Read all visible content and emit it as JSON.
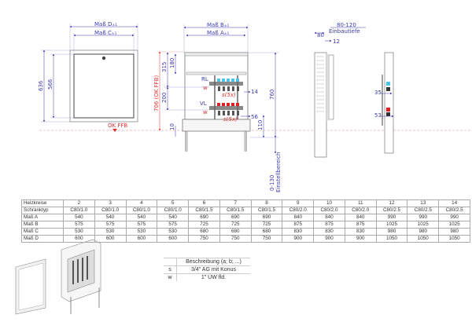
{
  "front_view": {
    "dim_d": "Maß D",
    "dim_d_tol": "±1",
    "dim_c": "Maß C",
    "dim_c_tol": "±1",
    "height_outer": "636",
    "height_inner": "566",
    "floor_label": "OK FFB"
  },
  "middle_view": {
    "dim_b": "Maß B",
    "dim_b_tol": "±1",
    "dim_a": "Maß A",
    "dim_a_tol": "±1",
    "height_ffb": "706 (OK FFB)",
    "d315": "315",
    "d180": "180",
    "d200": "200",
    "d10": "10",
    "d110": "110",
    "d760": "760",
    "d14": "14",
    "d56": "56",
    "adjust": "0-130",
    "adjust_label": "Einstellbereich",
    "rl": "RL",
    "vl": "VL",
    "w": "w",
    "s5x": "s(5x)"
  },
  "side_view": {
    "depth": "80-120",
    "depth_label": "Einbautiefe",
    "d80": "80",
    "d12": "12"
  },
  "right_view": {
    "d35": "35",
    "d53": "53"
  },
  "colors": {
    "dimension": "#3a3ab0",
    "reference": "#e03030",
    "return": "#4fc3e8",
    "flow": "#e02020"
  },
  "table": {
    "rows": [
      {
        "label": "Heizkreise",
        "values": [
          "2",
          "3",
          "4",
          "5",
          "6",
          "7",
          "8",
          "9",
          "10",
          "11",
          "12",
          "13",
          "14"
        ]
      },
      {
        "label": "Schranktyp",
        "values": [
          "C80/1.0",
          "C80/1.0",
          "C80/1.0",
          "C80/1.0",
          "C80/1.5",
          "C80/1.5",
          "C80/1.5",
          "C80/2.0",
          "C80/2.0",
          "C80/2.0",
          "C80/2.5",
          "C80/2.5",
          "C80/2.5"
        ]
      },
      {
        "label": "Maß A",
        "values": [
          "540",
          "540",
          "540",
          "540",
          "690",
          "690",
          "690",
          "840",
          "840",
          "840",
          "990",
          "990",
          "990"
        ]
      },
      {
        "label": "Maß B",
        "values": [
          "575",
          "575",
          "575",
          "575",
          "725",
          "725",
          "725",
          "875",
          "875",
          "875",
          "1025",
          "1025",
          "1025"
        ]
      },
      {
        "label": "Maß C",
        "values": [
          "530",
          "530",
          "530",
          "530",
          "680",
          "680",
          "680",
          "830",
          "830",
          "830",
          "980",
          "980",
          "980"
        ]
      },
      {
        "label": "Maß D",
        "values": [
          "600",
          "600",
          "600",
          "600",
          "750",
          "750",
          "750",
          "900",
          "900",
          "900",
          "1050",
          "1050",
          "1050"
        ]
      }
    ]
  },
  "legend": {
    "header": "Beschreibung (a; b; ...)",
    "rows": [
      {
        "key": "s",
        "text": "3/4\" AG mit Konus"
      },
      {
        "key": "w",
        "text": "1\" ÜW fld."
      }
    ]
  }
}
